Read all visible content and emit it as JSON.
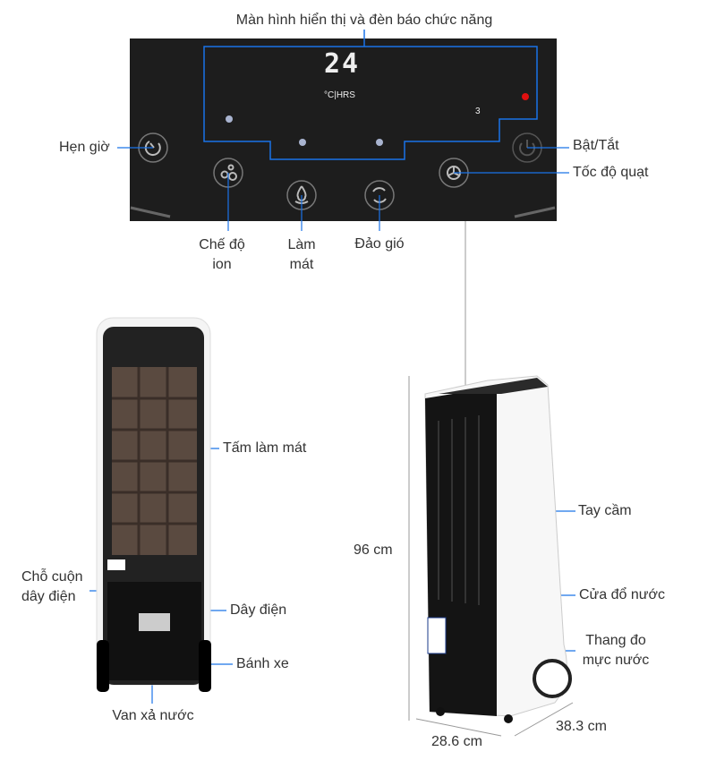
{
  "title": "Màn hình hiển thị và đèn báo chức năng",
  "panel": {
    "display_value": "24",
    "unit_text": "°C|HRS",
    "speed_indicator": "3"
  },
  "controls": {
    "timer": "Hẹn giờ",
    "power": "Bật/Tắt",
    "fan_speed": "Tốc độ quạt",
    "ion_line1": "Chế độ",
    "ion_line2": "ion",
    "cool_line1": "Làm",
    "cool_line2": "mát",
    "swing": "Đảo gió"
  },
  "back_view": {
    "cooling_pad": "Tấm làm mát",
    "cord_wrap_line1": "Chỗ cuộn",
    "cord_wrap_line2": "dây điện",
    "power_cord": "Dây điện",
    "wheels": "Bánh xe",
    "drain_valve": "Van xả nước"
  },
  "front_view": {
    "handle": "Tay cầm",
    "water_inlet": "Cửa đổ nước",
    "gauge_line1": "Thang đo",
    "gauge_line2": "mực nước",
    "height": "96 cm",
    "width": "28.6 cm",
    "depth": "38.3 cm"
  },
  "colors": {
    "accent": "#1a73e8",
    "panel": "#1d1d1d",
    "led_red": "#e01010"
  }
}
